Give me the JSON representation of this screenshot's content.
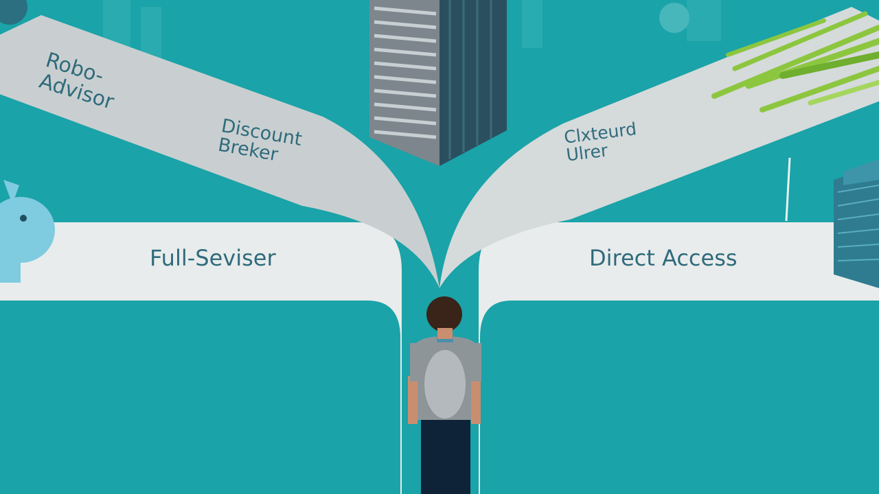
{
  "scene": {
    "background_color": "#1aa3a8",
    "path_color": "#e9ecec",
    "road_color": "#c9cfd0",
    "accent_green": "#8cc63f",
    "building_dark": "#2a5060"
  },
  "labels": {
    "robo_line1": "Robo-",
    "robo_line2": "Advisor",
    "discount_line1": "Discount",
    "discount_line2": "Breker",
    "clexteurd_line1": "Clxteurd",
    "clexteurd_line2": "Ulrer",
    "full_seviser": "Full-Seviser",
    "direct_access": "Direct Access"
  }
}
